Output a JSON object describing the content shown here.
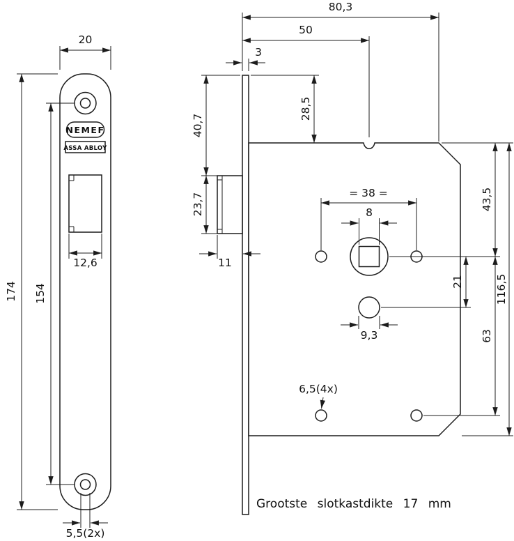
{
  "drawing": {
    "brand": {
      "name": "NEMEF",
      "group": "ASSA ABLOY"
    },
    "note": "Grootste slotkastdikte 17 mm",
    "front_view": {
      "plate_width": "20",
      "plate_height": "174",
      "screw_spacing": "154",
      "latch_width": "12,6",
      "screw_hole_dia": "5,5(2x)"
    },
    "side_view": {
      "total_depth": "80,3",
      "backset": "50",
      "plate_thickness": "3",
      "plate_top_to_case": "28,5",
      "plate_top_to_latch": "40,7",
      "latch_height": "23,7",
      "latch_protrusion": "11",
      "follower_spacing": "= 38 =",
      "spindle_size": "8",
      "case_top_to_spindle": "43,5",
      "spindle_to_cylinder": "21",
      "case_height": "116,5",
      "cylinder_hole_dia": "9,3",
      "spindle_to_bottom_holes": "63",
      "fixing_holes": "6,5(4x)"
    }
  }
}
